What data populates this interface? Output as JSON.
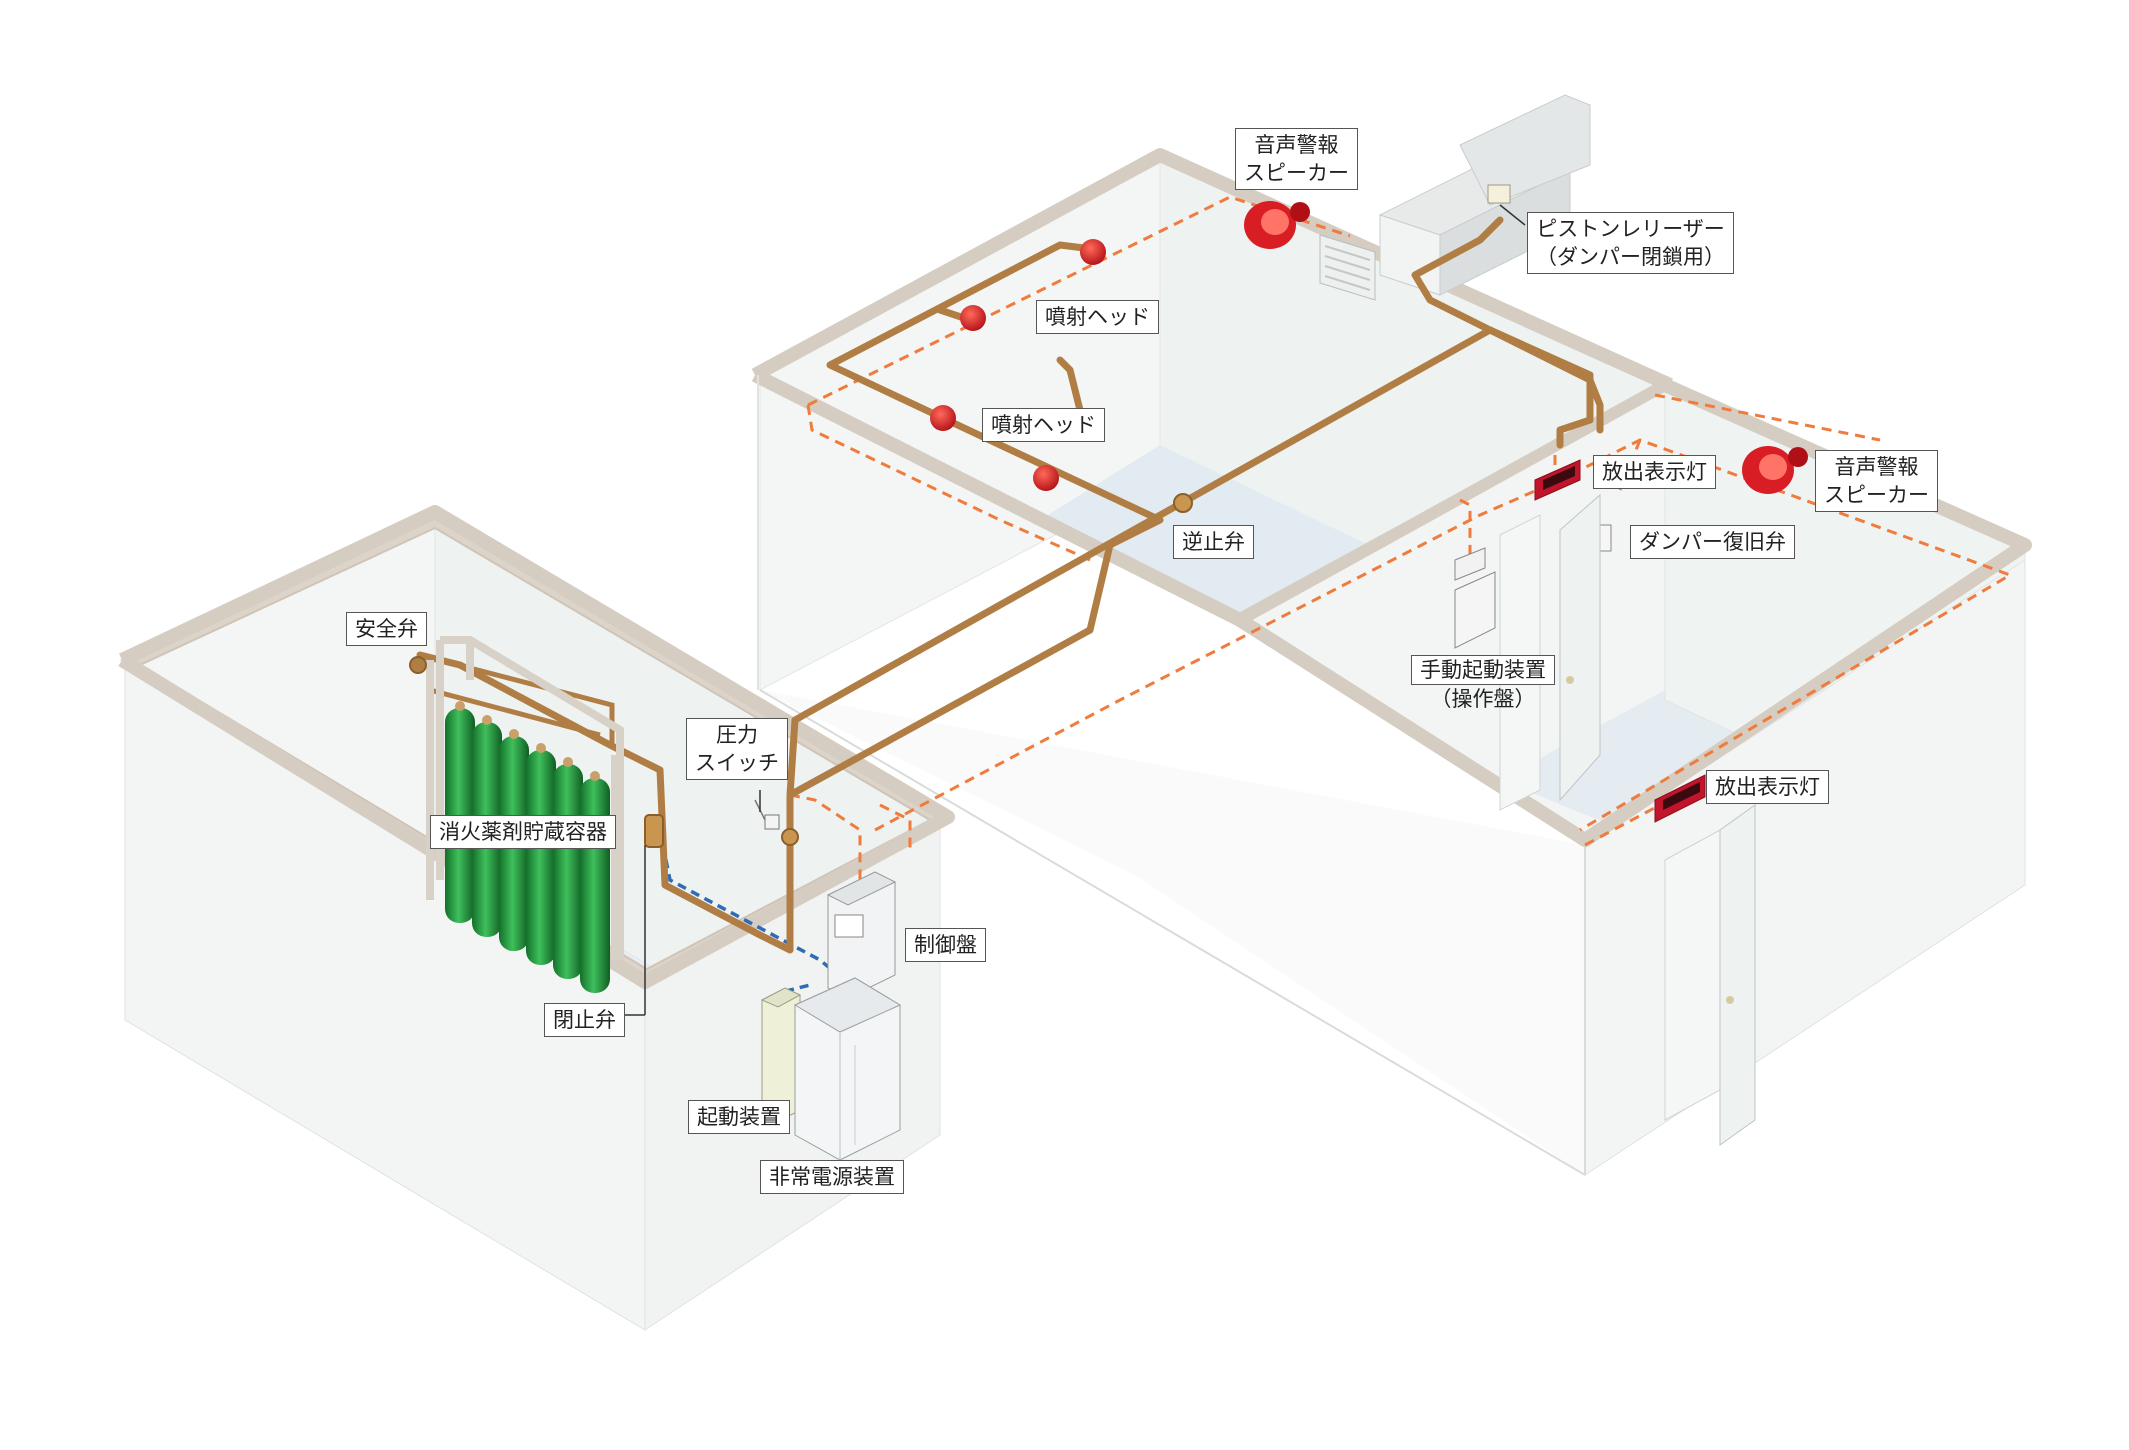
{
  "labels": {
    "safety_valve": "安全弁",
    "agent_container": "消火薬剤貯蔵容器",
    "shutoff_valve": "閉止弁",
    "pressure_switch_1": "圧力",
    "pressure_switch_2": "スイッチ",
    "control_panel": "制御盤",
    "starter": "起動装置",
    "emergency_power": "非常電源装置",
    "check_valve": "逆止弁",
    "nozzle_1": "噴射ヘッド",
    "nozzle_2": "噴射ヘッド",
    "speaker_1a": "音声警報",
    "speaker_1b": "スピーカー",
    "piston_1": "ピストンレリーザー",
    "piston_2": "（ダンパー閉鎖用）",
    "discharge_lamp_1": "放出表示灯",
    "speaker_2a": "音声警報",
    "speaker_2b": "スピーカー",
    "damper_reset": "ダンパー復旧弁",
    "manual_start_1": "手動起動装置",
    "manual_start_2": "（操作盤）",
    "discharge_lamp_2": "放出表示灯"
  },
  "colors": {
    "wall_top": "#d9d1c7",
    "wall_face": "#f1f4f3",
    "floor": "#e4ecf1",
    "pipe": "#b07e44",
    "pipe_dark": "#8a5f2c",
    "signal_line": "#ef7b3d",
    "power_line": "#2f6cb5",
    "cylinder": "#1f9a3c",
    "cylinder_dark": "#137029",
    "alarm_red": "#d81d24",
    "lamp_face": "#c0152a"
  }
}
